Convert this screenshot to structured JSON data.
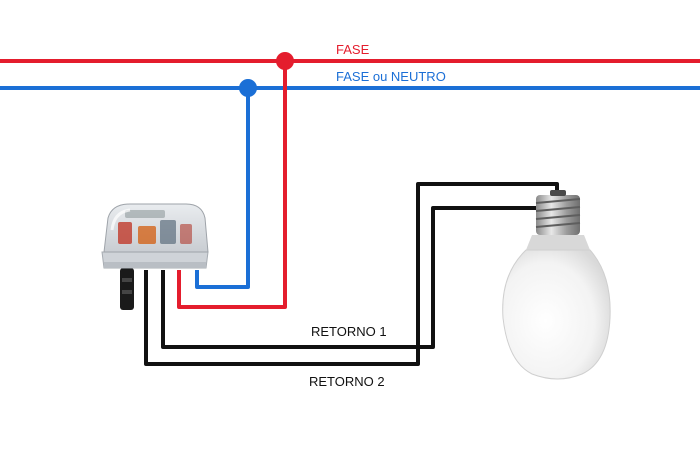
{
  "labels": {
    "phase": "FASE",
    "phase_or_neutral": "FASE ou NEUTRO",
    "return_1": "RETORNO 1",
    "return_2": "RETORNO 2"
  },
  "colors": {
    "phase_wire": "#e41d2d",
    "neutral_wire": "#1b6fd6",
    "return_wire": "#111111",
    "background": "#ffffff"
  },
  "components": {
    "sensor": "photocell-sensor",
    "lamp": "led-bulb"
  }
}
